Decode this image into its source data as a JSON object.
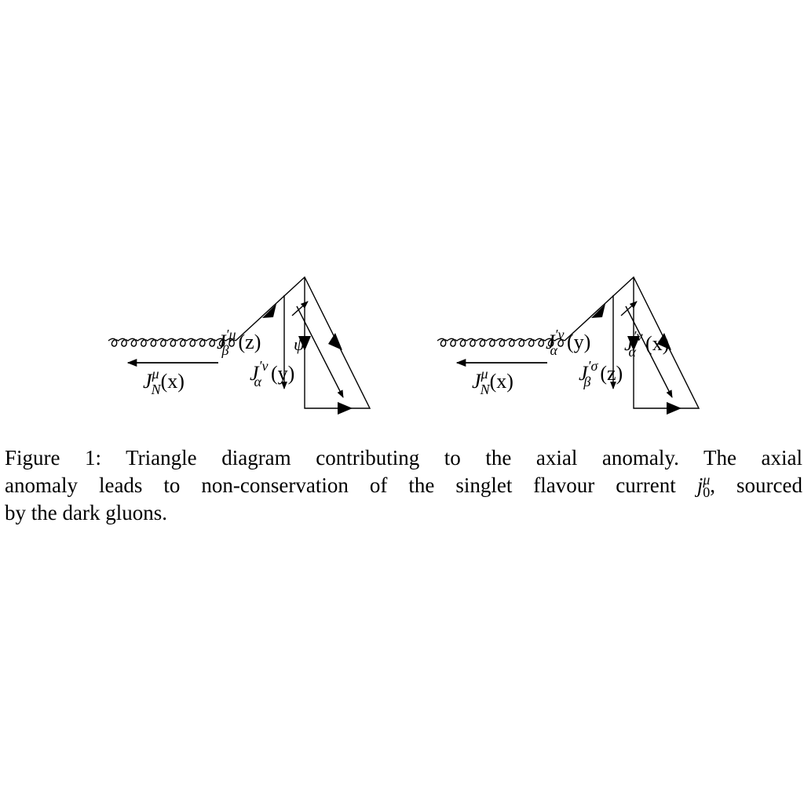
{
  "diagrams": [
    {
      "nucleon_current": {
        "symbol": "J",
        "sub": "N",
        "sup": "μ",
        "arg": "(x)"
      },
      "upper_current": {
        "symbol": "J",
        "sub": "β",
        "sup": "′μ",
        "arg": "(z)"
      },
      "lower_current": {
        "symbol": "J",
        "sub": "α",
        "sup": "′ν",
        "arg": "(y)"
      },
      "inner_label": "ψ"
    },
    {
      "nucleon_current": {
        "symbol": "J",
        "sub": "N",
        "sup": "μ",
        "arg": "(x)"
      },
      "upper_current": {
        "symbol": "J",
        "sub": "α",
        "sup": "′ν",
        "arg": "(y)"
      },
      "right_current": {
        "symbol": "J",
        "sub": "α",
        "sup": "′ν",
        "arg": "(x)"
      },
      "lower_current": {
        "symbol": "J",
        "sub": "β",
        "sup": "′σ",
        "arg": "(z)"
      }
    }
  ],
  "caption": {
    "line1": "Figure 1:  Triangle diagram contributing to the axial anomaly.  The axial",
    "line2_pre": "anomaly leads to non-conservation of the singlet flavour current ",
    "current_symbol": "j",
    "current_sup": "μ",
    "current_sub": "0",
    "line2_post": ", sourced",
    "line3": "by the dark gluons."
  }
}
